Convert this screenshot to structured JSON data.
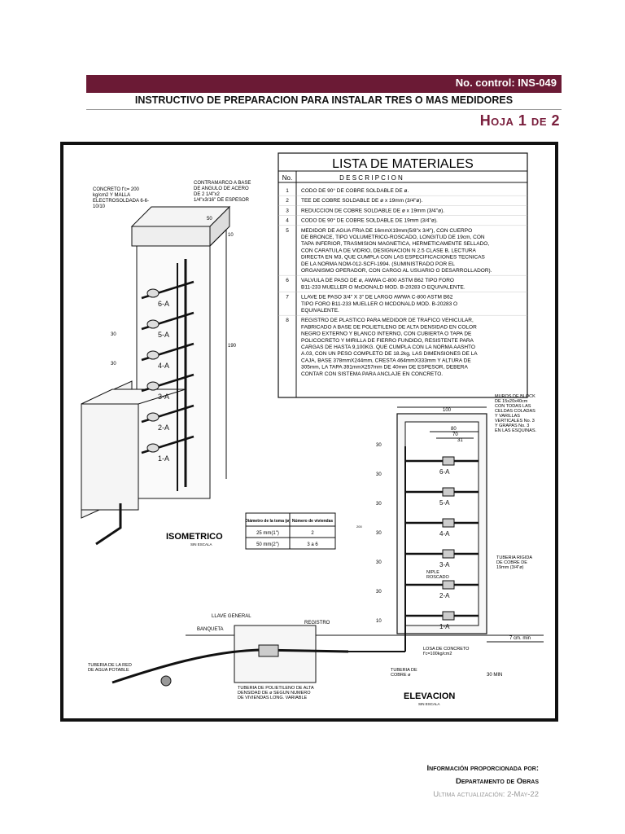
{
  "header": {
    "control": "No. control: INS-049",
    "title": "INSTRUCTIVO DE PREPARACION PARA INSTALAR TRES O MAS MEDIDORES",
    "hoja": "Hoja 1 de 2"
  },
  "materials": {
    "title": "LISTA DE MATERIALES",
    "col_no": "No.",
    "col_desc": "D E S C R I P C I O N",
    "items": [
      {
        "no": "1",
        "lines": [
          "CODO DE 90° DE COBRE SOLDABLE DE ø."
        ]
      },
      {
        "no": "2",
        "lines": [
          "TEE DE COBRE SOLDABLE DE ø x 19mm (3/4\"ø)."
        ]
      },
      {
        "no": "3",
        "lines": [
          "REDUCCION DE COBRE SOLDABLE DE ø x 19mm (3/4\"ø)."
        ]
      },
      {
        "no": "4",
        "lines": [
          "CODO DE 90° DE COBRE SOLDABLE DE 19mm (3/4\"ø)."
        ]
      },
      {
        "no": "5",
        "lines": [
          "MEDIDOR DE AGUA FRIA DE 16mmX19mm(5/8\"x 3/4\"), CON CUERPO",
          "DE BRONCE, TIPO VOLUMETRICO-ROSCADO, LONGITUD DE 19cm, CON",
          "TAPA INFERIOR, TRASMISION MAGNETICA, HERMETICAMENTE SELLADO,",
          "CON CARATULA DE VIDRIO, DESIGNACION N 2.5 CLASE B, LECTURA",
          "DIRECTA EN M3, QUE CUMPLA CON LAS ESPECIFICACIONES TECNICAS",
          "DE LA NORMA NOM-012-SCFI-1994. (SUMINISTRADO POR EL",
          "ORGANISMO OPERADOR, CON CARGO AL USUARIO O DESARROLLADOR)."
        ]
      },
      {
        "no": "6",
        "lines": [
          "VALVULA DE PASO DE ø, AWWA C-800 ASTM B62 TIPO FORO",
          "B11-233 MUELLER O McDONALD MOD. B-20283 O EQUIVALENTE."
        ]
      },
      {
        "no": "7",
        "lines": [
          "LLAVE DE PASO 3/4\" X 3\" DE LARGO AWWA C-800 ASTM B62",
          "TIPO FORO B11-233 MUELLER O MCDONALD MOD. B-20283 O",
          "EQUIVALENTE."
        ]
      },
      {
        "no": "8",
        "lines": [
          "REGISTRO DE PLASTICO PARA MEDIDOR DE TRAFICO VEHICULAR,",
          "FABRICADO A BASE DE POLIETILENO DE ALTA DENSIDAD EN COLOR",
          "NEGRO EXTERNO Y BLANCO INTERNO, CON CUBIERTA O TAPA DE",
          "POLICOCRETO Y MIRILLA DE FIERRO FUNDIDO, RESISTENTE PARA",
          "CARGAS DE HASTA 9,100KG. QUE CUMPLA CON LA NORMA AASHTO",
          "A.03, CON UN PESO COMPLETO DE 18.2kg, LAS DIMENSIONES DE LA",
          "CAJA, BASE 378mmX244mm, CRESTA 464mmX333mm Y ALTURA DE",
          "305mm, LA TAPA 391mmX257mm DE 40mm DE ESPESOR, DEBERA",
          "CONTAR CON SISTEMA PARA ANCLAJE EN CONCRETO."
        ]
      }
    ]
  },
  "iso": {
    "title": "ISOMETRICO",
    "scale": "SIN ESCALA",
    "note_concreto": [
      "CONCRETO f'c= 200",
      "kg/cm2 Y MALLA",
      "ELECTROSOLDADA 6-6-",
      "10/10"
    ],
    "note_marco": [
      "CONTRAMARCO A BASE",
      "DE ANGULO DE ACERO",
      "DE 2 1/4\"x2",
      "1/4\"x3/16\" DE ESPESOR"
    ],
    "dims": [
      "50",
      "10",
      "30",
      "30",
      "190"
    ],
    "meters": [
      "6-A",
      "5-A",
      "4-A",
      "3-A",
      "2-A",
      "1-A"
    ]
  },
  "toma_table": {
    "headers": [
      "Diámetro de la toma (ø)",
      "Número de viviendas"
    ],
    "rows": [
      [
        "25 mm(1\")",
        "2"
      ],
      [
        "50 mm(2\")",
        "3 a 6"
      ]
    ]
  },
  "elev": {
    "title": "ELEVACION",
    "scale": "SIN ESCALA",
    "note_muros": [
      "MUROS DE BLOCK",
      "DE 15x20x40cm",
      "CON TODAS LAS",
      "CELDAS COLADAS",
      "Y VARILLAS",
      "VERTICALES No. 3",
      "Y GRAPAS No. 3",
      "EN LAS ESQUINAS."
    ],
    "note_tuberia": [
      "TUBERIA RIGIDA",
      "DE COBRE DE",
      "19mm (3/4\"ø)"
    ],
    "dims_top": [
      "100",
      "80",
      "70",
      "31"
    ],
    "dims_left": [
      "30",
      "30",
      "30",
      "30",
      "30",
      "30",
      "10"
    ],
    "dim_total": "200",
    "meters": [
      "6-A",
      "5-A",
      "4-A",
      "3-A",
      "2-A",
      "1-A"
    ],
    "niple": [
      "NIPLE",
      "ROSCADO"
    ],
    "min7": "7 cm. min",
    "min30": "30 MIN",
    "losa": [
      "LOSA DE CONCRETO",
      "f'c=100kg/cm2"
    ],
    "tub_cobre": [
      "TUBERIA DE",
      "COBRE ø"
    ]
  },
  "bottom": {
    "llave": "LLAVE GENERAL",
    "banqueta": "BANQUETA",
    "registro": "REGISTRO",
    "red": [
      "TUBERIA DE LA RED",
      "DE AGUA POTABLE"
    ],
    "polietileno": [
      "TUBERIA DE POLIETILENO DE ALTA",
      "DENSIDAD DE ø SEGUN NUMERO",
      "DE VIVIENDAS LONG. VARIABLE"
    ]
  },
  "footer": {
    "line1": "Información proporcionada por:",
    "line2": "Departamento de Obras",
    "line3": "Ultima actualización: 2-May-22"
  }
}
